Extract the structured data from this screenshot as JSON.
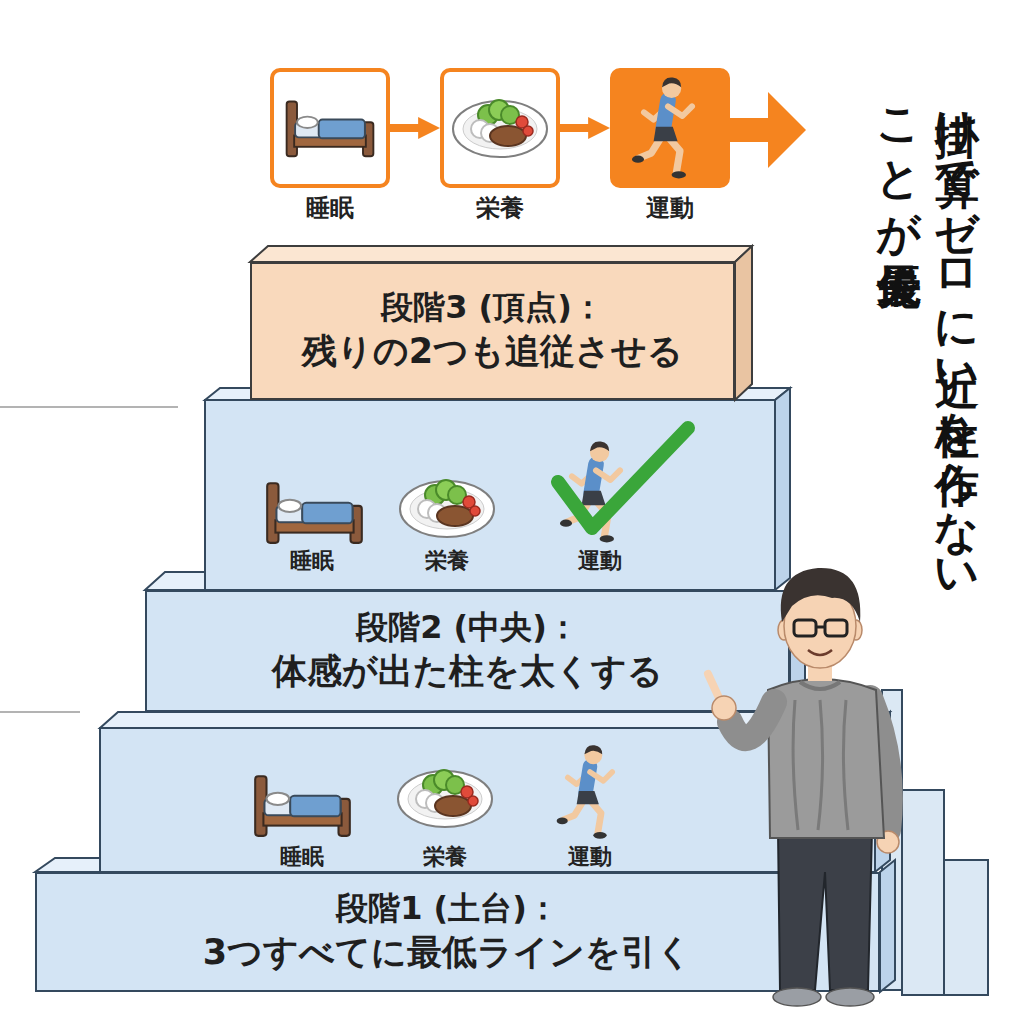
{
  "diagram": {
    "title": "掛け算でゼロに近い柱を作らないことが最優先",
    "nodes": [
      {
        "text": [
          "睡眠"
        ]
      },
      {
        "text": [
          "栄養"
        ]
      },
      {
        "text": [
          "運動"
        ]
      },
      {
        "text": [
          "段階3 (頂点)：",
          "残りの2つも追従させる"
        ]
      },
      {
        "text": [
          "段階2 (中央)：",
          "体感が出た柱を太くする"
        ]
      },
      {
        "text": [
          "段階1 (土台)：",
          "3つすべてに最低ラインを引く"
        ]
      }
    ],
    "edges": [
      {
        "from": 0,
        "to": 1,
        "arrow": "to"
      },
      {
        "from": 1,
        "to": 2,
        "arrow": "to"
      }
    ],
    "labels": [
      "睡眠",
      "栄養",
      "運動",
      "睡眠",
      "栄養",
      "運動"
    ]
  }
}
